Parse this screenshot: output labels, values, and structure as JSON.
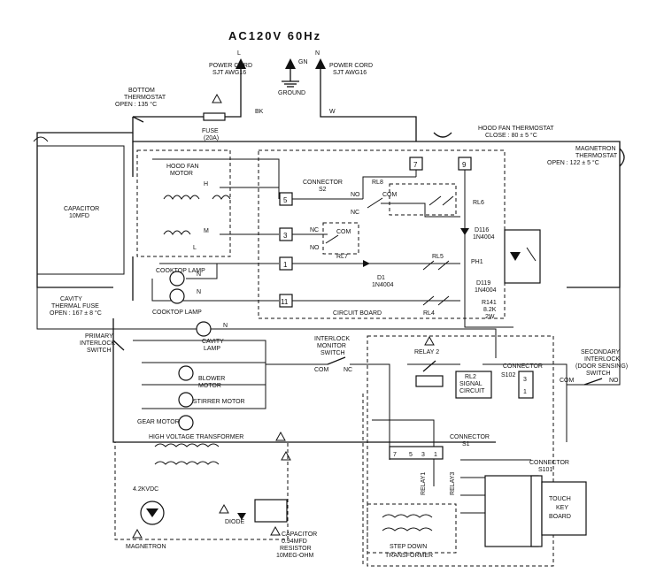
{
  "title": "AC120V 60Hz",
  "supply": {
    "line_l": "L",
    "line_n": "N",
    "gn": "GN",
    "power_cord_left": [
      "POWER CORD",
      "SJT AWG16"
    ],
    "power_cord_right": [
      "POWER CORD",
      "SJT AWG16"
    ],
    "ground": "GROUND",
    "wire_bk": "BK",
    "wire_w": "W"
  },
  "components": {
    "bottom_thermostat": [
      "BOTTOM",
      "THERMOSTAT",
      "OPEN : 135 °C"
    ],
    "fuse": [
      "FUSE",
      "(20A)"
    ],
    "hood_fan_thermostat": [
      "HOOD FAN THERMOSTAT",
      "CLOSE : 80 ± 5 °C"
    ],
    "magnetron_thermostat": [
      "MAGNETRON",
      "THERMOSTAT",
      "OPEN : 122 ± 5 °C"
    ],
    "hood_fan_motor": [
      "HOOD FAN",
      "MOTOR"
    ],
    "capacitor": [
      "CAPACITOR",
      "10MFD"
    ],
    "connector_s2": [
      "CONNECTOR",
      "S2"
    ],
    "rl8": "RL8",
    "rl6": "RL6",
    "rl7": "RL7",
    "rl5": "RL5",
    "rl4": "RL4",
    "d116": [
      "D116",
      "1N4004"
    ],
    "d119": [
      "D119",
      "1N4004"
    ],
    "d1": [
      "D1",
      "1N4004"
    ],
    "ph1": "PH1",
    "r141": [
      "R141",
      "8.2K",
      "2W"
    ],
    "cooktop_lamp_1": "COOKTOP LAMP",
    "cooktop_lamp_2": "COOKTOP LAMP",
    "circuit_board": "CIRCUIT BOARD",
    "cavity_thermal_fuse": [
      "CAVITY",
      "THERMAL FUSE",
      "OPEN : 167 ± 8 °C"
    ],
    "primary_interlock": [
      "PRIMARY",
      "INTERLOCK",
      "SWITCH"
    ],
    "cavity_lamp": [
      "CAVITY",
      "LAMP"
    ],
    "interlock_monitor": [
      "INTERLOCK",
      "MONITOR",
      "SWITCH"
    ],
    "relay2": "RELAY 2",
    "rl2_signal": [
      "RL2",
      "SIGNAL",
      "CIRCUIT"
    ],
    "connector_s102": [
      "CONNECTOR",
      "S102"
    ],
    "secondary_interlock": [
      "SECONDARY",
      "INTERLOCK",
      "(DOOR SENSING)",
      "SWITCH"
    ],
    "blower_motor": [
      "BLOWER",
      "MOTOR"
    ],
    "stirrer_motor": "STIRRER MOTOR",
    "gear_motor": "GEAR MOTOR",
    "hv_transformer": "HIGH VOLTAGE TRANSFORMER",
    "connector_s1": [
      "CONNECTOR",
      "S1"
    ],
    "relay1": "RELAY1",
    "relay3": "RELAY3",
    "connector_s101": [
      "CONNECTOR",
      "S101"
    ],
    "touch_key_board": [
      "TOUCH",
      "KEY",
      "BOARD"
    ],
    "kvdc": "4.2KVDC",
    "diode": "DIODE",
    "magnetron": "MAGNETRON",
    "capacitor_hv": [
      "CAPACITOR",
      "0.94MFD",
      "RESISTOR",
      "10MEG-OHM"
    ],
    "step_down": [
      "STEP DOWN",
      "TRANSFORMER"
    ]
  },
  "pins": {
    "p5": "5",
    "p3": "3",
    "p1": "1",
    "p11": "11",
    "p7": "7",
    "p9": "9",
    "s1_7": "7",
    "s1_5": "5",
    "s1_3": "3",
    "s1_1": "1",
    "s102_3": "3",
    "s102_1": "1"
  },
  "terminals": {
    "h": "H",
    "m": "M",
    "l": "L",
    "n1": "N",
    "n2": "N",
    "n3": "N",
    "no_rl8": "NO",
    "nc_rl8": "NC",
    "com_rl8": "COM",
    "nc_rl7": "NC",
    "no_rl7": "NO",
    "com_rl7": "COM",
    "com_ims": "COM",
    "nc_ims": "NC",
    "com_si": "COM",
    "no_si": "NO"
  }
}
